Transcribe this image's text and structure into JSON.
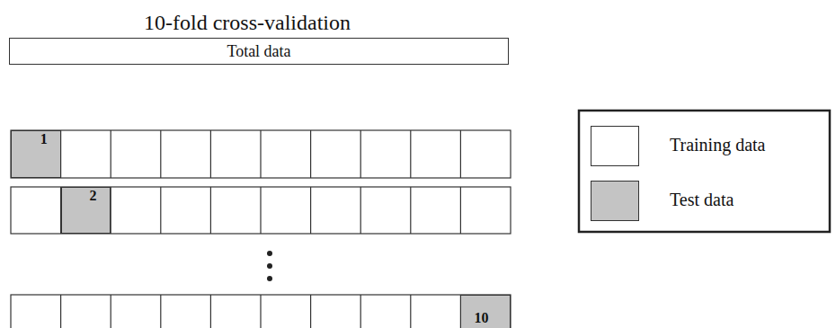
{
  "diagram": {
    "title": "10-fold cross-validation",
    "nodes": [
      {
        "text": [
          "Total data"
        ]
      },
      {
        "text": [
          "1"
        ]
      },
      {
        "text": [
          "2"
        ]
      },
      {
        "text": [
          "10"
        ]
      }
    ],
    "legend": [
      {
        "text": "Training data",
        "color": "#ffffff"
      },
      {
        "text": "Test data",
        "color": "#c4c4c4"
      }
    ]
  }
}
